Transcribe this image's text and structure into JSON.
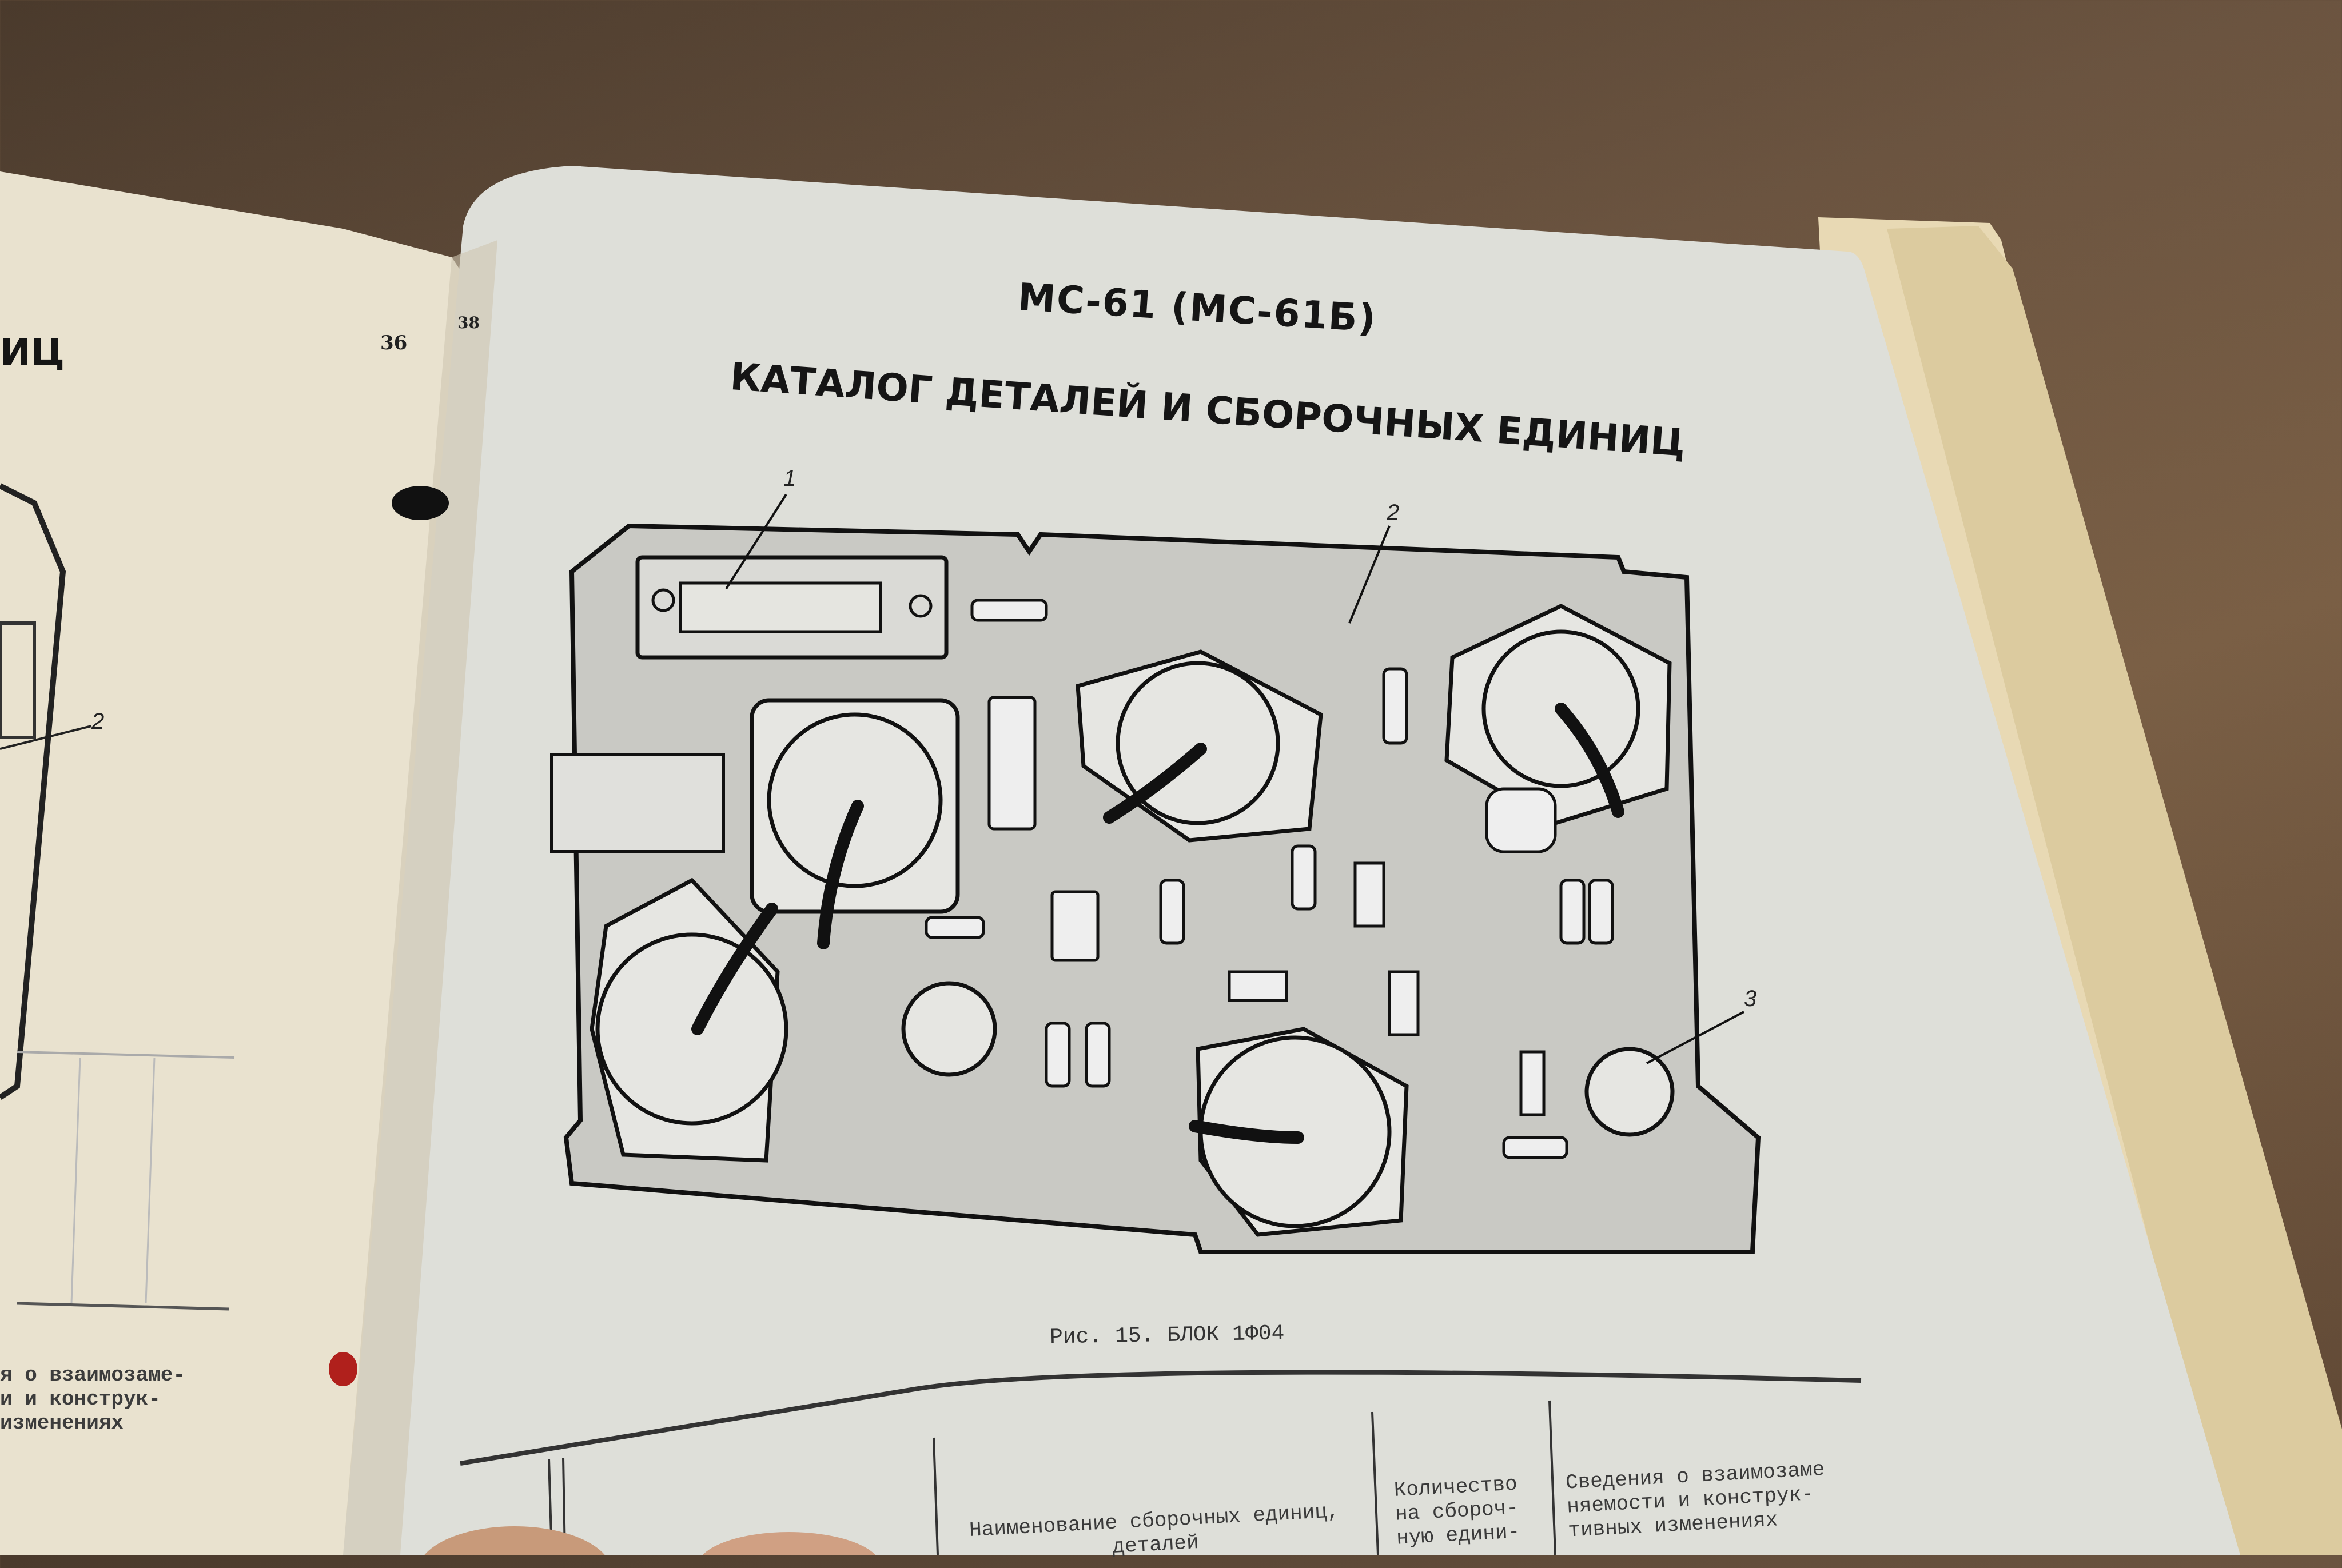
{
  "left_page": {
    "heading_fragment": "ИЦ",
    "page_number": "36",
    "callout": "2",
    "notes_lines": [
      "я о взаимозаме-",
      "и и конструк-",
      "изменениях"
    ]
  },
  "right_page": {
    "page_number": "38",
    "title_model": "МС-61 (МС-61Б)",
    "title_catalog": "КАТАЛОГ ДЕТАЛЕЙ И СБОРОЧНЫХ ЕДИНИЦ",
    "figure": {
      "callouts": [
        "1",
        "2",
        "3"
      ],
      "caption": "Рис. 15. БЛОК 1Ф04"
    },
    "table": {
      "headers": [
        "Наименование сборочных единиц, деталей",
        "Количество на сбороч-ную едини-",
        "Сведения о взаимозаме няемости и конструк- тивных изменениях"
      ]
    }
  }
}
